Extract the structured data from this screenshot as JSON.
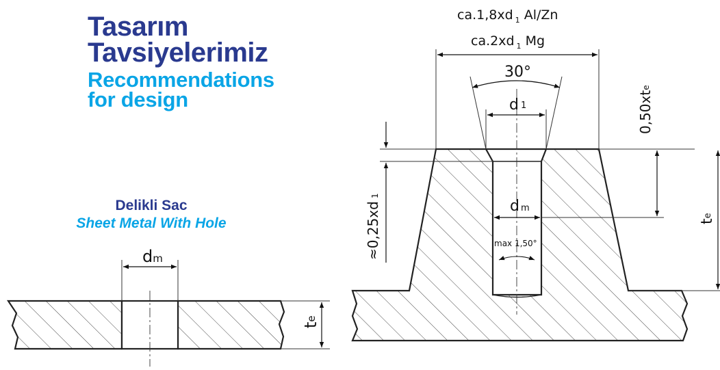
{
  "header": {
    "title_tr_line1": "Tasarım",
    "title_tr_line2": "Tavsiyelerimiz",
    "title_en_line1": "Recommendations",
    "title_en_line2": "for design"
  },
  "sheet_metal": {
    "label_tr": "Delikli Sac",
    "label_en": "Sheet Metal With Hole",
    "dm_base": "d",
    "dm_sub": "m",
    "te_base": "t",
    "te_sub": "e"
  },
  "boss": {
    "width_al_prefix": "ca.1,8xd",
    "width_al_sub": "1",
    "width_al_suffix": " Al/Zn",
    "width_mg_prefix": "ca.2xd",
    "width_mg_sub": "1",
    "width_mg_suffix": " Mg",
    "angle": "30°",
    "d1_base": "d",
    "d1_sub": "1",
    "dm_base": "d",
    "dm_sub": "m",
    "draft_angle": "max 1,50°",
    "top_dim_base": "0,50xt",
    "top_dim_sub": "e",
    "chamfer_base": "≈0,25xd",
    "chamfer_sub": "1",
    "te_base": "t",
    "te_sub": "e"
  },
  "colors": {
    "tr_blue": "#2a3a8f",
    "en_cyan": "#0aa5e6",
    "line": "#222222"
  }
}
